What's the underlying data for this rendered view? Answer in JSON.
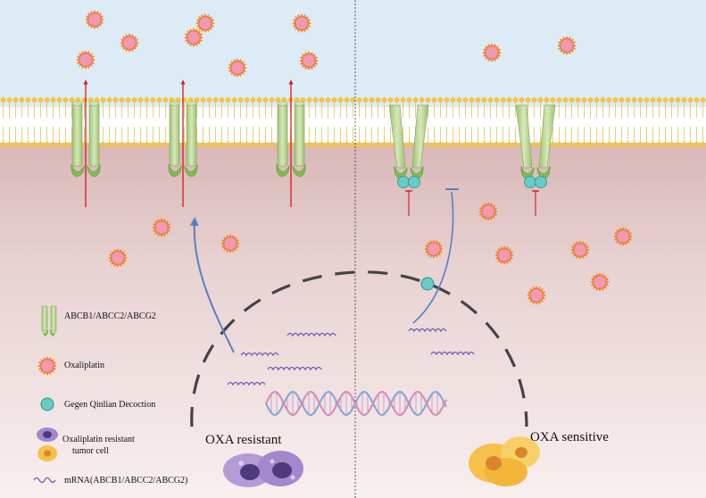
{
  "legend": {
    "transporter": "ABCB1/ABCC2/ABCG2",
    "drug": "Oxaliplatin",
    "decoction": "Gegen Qinlian Decoction",
    "resistant_cell_line1": "Oxaliplatin resistant",
    "resistant_cell_line2": "tumor cell",
    "mrna": "mRNA(ABCB1/ABCC2/ABCG2)"
  },
  "panels": {
    "left_label": "OXA resistant",
    "right_label": "OXA sensitive"
  },
  "colors": {
    "extracellular": "#dcebf6",
    "cytoplasm_top": "#d9b6b6",
    "cytoplasm_bottom": "#f6ecec",
    "membrane_head": "#f2c94c",
    "transporter": "#b5d38a",
    "transporter_base": "#7dbf4e",
    "efflux_arrow": "#d71920",
    "pathway_arrow": "#5a7fc0",
    "mrna": "#6d5bb5",
    "drug_core": "#f09ab1",
    "drug_spikes": "#f08a24",
    "decoction": "#66ccc8",
    "nucleus_envelope": "#444444"
  },
  "icons": [
    "oxaliplatin-icon",
    "transporter-icon",
    "gegen-qinlian-decoction-icon",
    "resistant-tumor-cell-icon",
    "sensitive-tumor-cell-icon",
    "mrna-icon",
    "dna-helix-icon",
    "efflux-arrow-icon",
    "inhibition-arrow-icon"
  ]
}
